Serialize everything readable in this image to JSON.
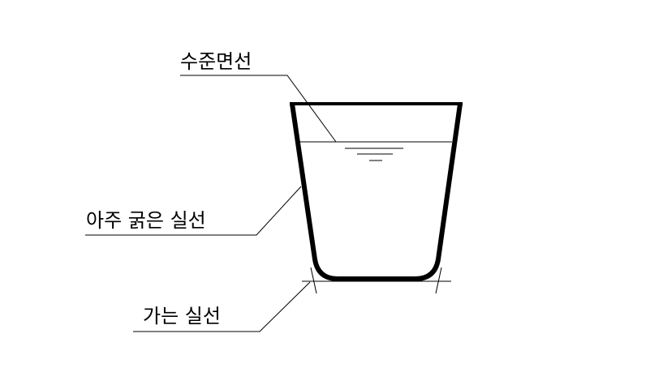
{
  "labels": {
    "water_surface_line": "수준면선",
    "extra_thick_solid_line": "아주 굵은 실선",
    "thin_solid_line": "가는 실선"
  },
  "colors": {
    "line": "#000000",
    "background": "#ffffff"
  }
}
